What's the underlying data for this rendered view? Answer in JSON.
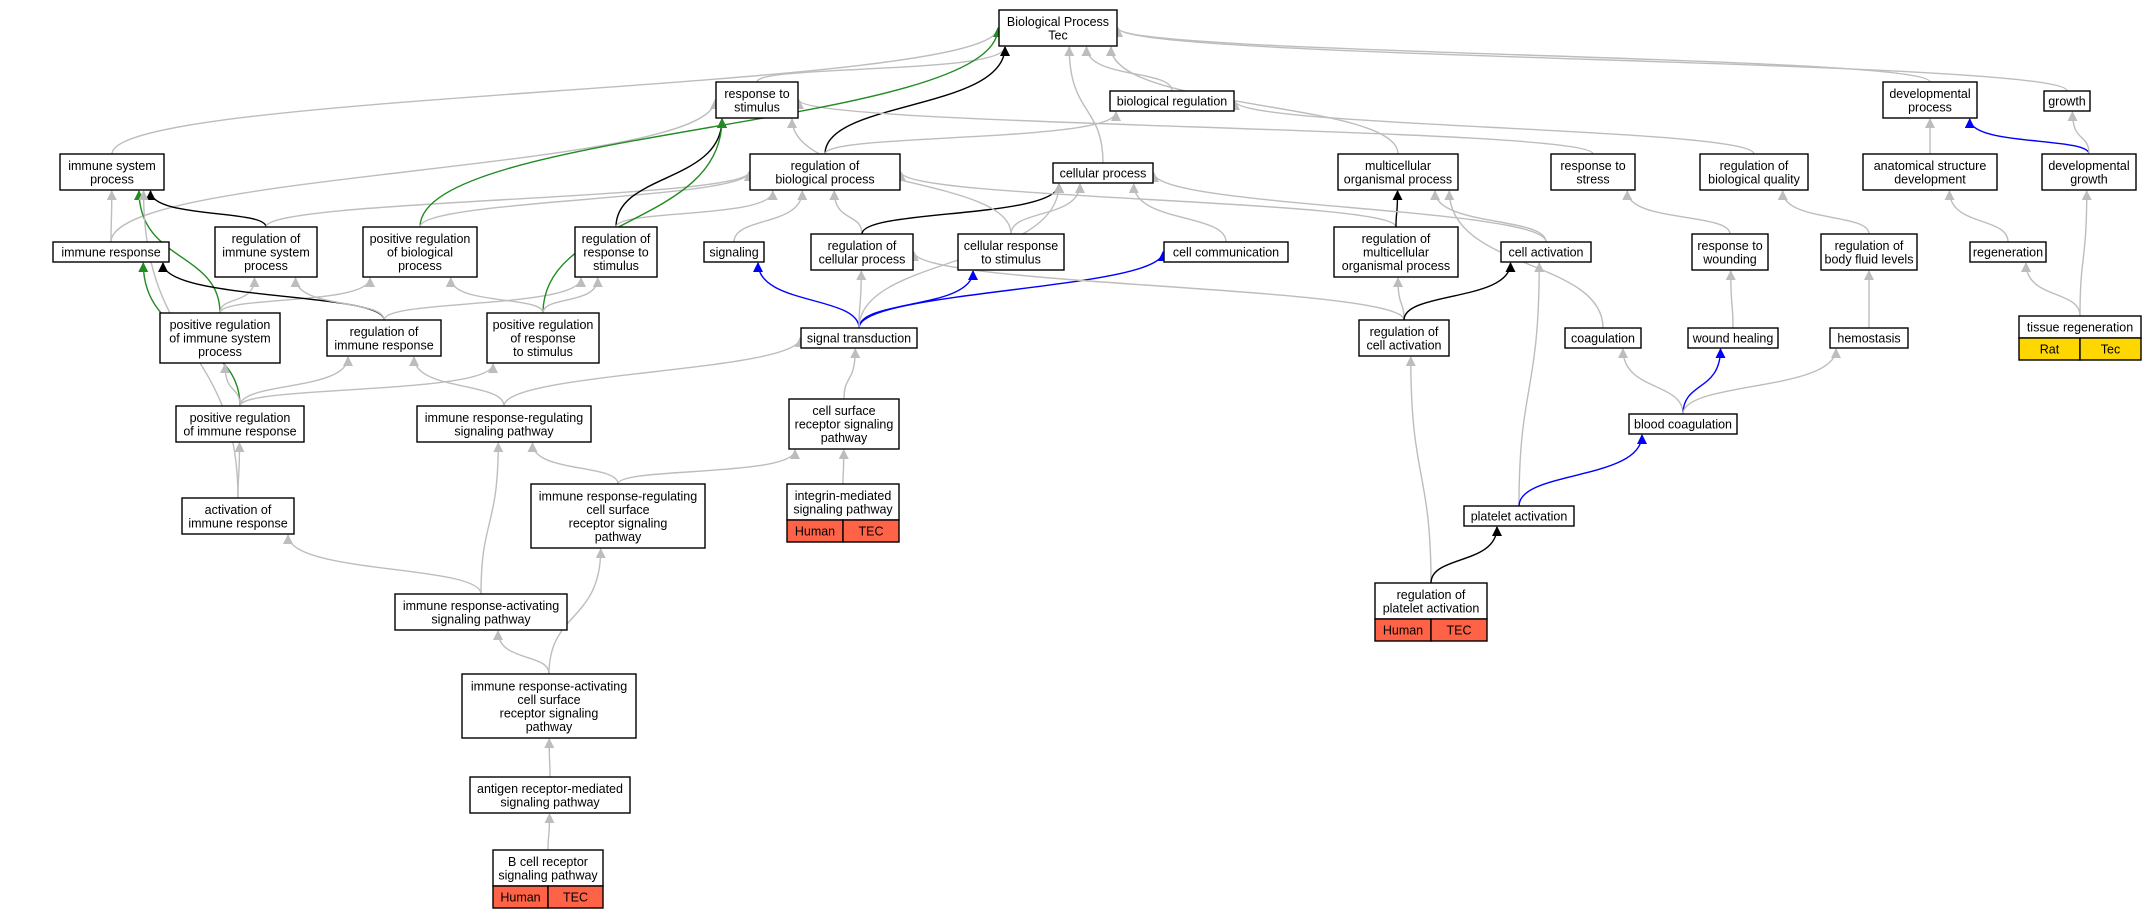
{
  "colors": {
    "default_edge": "#bdbdbd",
    "is_a": "#000000",
    "positive_regulation": "#228b22",
    "part_of": "#0000ff",
    "human_cell": "#ff6347",
    "rat_cell": "#ffd700",
    "node_border": "#000000",
    "node_fill": "#ffffff"
  },
  "nodes": [
    {
      "id": "bp",
      "lines": [
        "Biological Process",
        "Tec"
      ]
    },
    {
      "id": "resp_stim",
      "lines": [
        "response to",
        "stimulus"
      ]
    },
    {
      "id": "bio_reg",
      "lines": [
        "biological regulation"
      ]
    },
    {
      "id": "dev_proc",
      "lines": [
        "developmental",
        "process"
      ]
    },
    {
      "id": "growth",
      "lines": [
        "growth"
      ]
    },
    {
      "id": "imm_sys",
      "lines": [
        "immune system",
        "process"
      ]
    },
    {
      "id": "reg_bio",
      "lines": [
        "regulation of",
        "biological process"
      ]
    },
    {
      "id": "cell_proc",
      "lines": [
        "cellular process"
      ]
    },
    {
      "id": "multi",
      "lines": [
        "multicellular",
        "organismal process"
      ]
    },
    {
      "id": "resp_stress",
      "lines": [
        "response to",
        "stress"
      ]
    },
    {
      "id": "reg_qual",
      "lines": [
        "regulation of",
        "biological quality"
      ]
    },
    {
      "id": "anat",
      "lines": [
        "anatomical structure",
        "development"
      ]
    },
    {
      "id": "dev_growth",
      "lines": [
        "developmental",
        "growth"
      ]
    },
    {
      "id": "imm_resp",
      "lines": [
        "immune response"
      ]
    },
    {
      "id": "reg_imm_sys",
      "lines": [
        "regulation of",
        "immune system",
        "process"
      ]
    },
    {
      "id": "pos_reg_bio",
      "lines": [
        "positive regulation",
        "of biological",
        "process"
      ]
    },
    {
      "id": "reg_resp_stim",
      "lines": [
        "regulation of",
        "response to",
        "stimulus"
      ]
    },
    {
      "id": "signaling",
      "lines": [
        "signaling"
      ]
    },
    {
      "id": "reg_cell_proc",
      "lines": [
        "regulation of",
        "cellular process"
      ]
    },
    {
      "id": "cell_resp",
      "lines": [
        "cellular response",
        "to stimulus"
      ]
    },
    {
      "id": "cell_comm",
      "lines": [
        "cell communication"
      ]
    },
    {
      "id": "reg_multi",
      "lines": [
        "regulation of",
        "multicellular",
        "organismal process"
      ]
    },
    {
      "id": "cell_act",
      "lines": [
        "cell activation"
      ]
    },
    {
      "id": "resp_wound",
      "lines": [
        "response to",
        "wounding"
      ]
    },
    {
      "id": "reg_fluid",
      "lines": [
        "regulation of",
        "body fluid levels"
      ]
    },
    {
      "id": "regen",
      "lines": [
        "regeneration"
      ]
    },
    {
      "id": "pos_reg_imm_sys",
      "lines": [
        "positive regulation",
        "of immune system",
        "process"
      ]
    },
    {
      "id": "reg_imm_resp",
      "lines": [
        "regulation of",
        "immune response"
      ]
    },
    {
      "id": "pos_reg_resp_stim",
      "lines": [
        "positive regulation",
        "of response",
        "to stimulus"
      ]
    },
    {
      "id": "sig_trans",
      "lines": [
        "signal transduction"
      ]
    },
    {
      "id": "reg_cell_act",
      "lines": [
        "regulation of",
        "cell activation"
      ]
    },
    {
      "id": "coag",
      "lines": [
        "coagulation"
      ]
    },
    {
      "id": "wound_heal",
      "lines": [
        "wound healing"
      ]
    },
    {
      "id": "hemo",
      "lines": [
        "hemostasis"
      ]
    },
    {
      "id": "tissue_regen",
      "lines": [
        "tissue regeneration"
      ],
      "cells": [
        {
          "label": "Rat",
          "color": "rat"
        },
        {
          "label": "Tec",
          "color": "rat"
        }
      ]
    },
    {
      "id": "pos_reg_imm_resp",
      "lines": [
        "positive regulation",
        "of immune response"
      ]
    },
    {
      "id": "irr_sig",
      "lines": [
        "immune response-regulating",
        "signaling pathway"
      ]
    },
    {
      "id": "csr_sig",
      "lines": [
        "cell surface",
        "receptor signaling",
        "pathway"
      ]
    },
    {
      "id": "blood_coag",
      "lines": [
        "blood coagulation"
      ]
    },
    {
      "id": "integrin",
      "lines": [
        "integrin-mediated",
        "signaling pathway"
      ],
      "cells": [
        {
          "label": "Human",
          "color": "human"
        },
        {
          "label": "TEC",
          "color": "human"
        }
      ]
    },
    {
      "id": "irr_csr",
      "lines": [
        "immune response-regulating",
        "cell surface",
        "receptor signaling",
        "pathway"
      ]
    },
    {
      "id": "act_imm_resp",
      "lines": [
        "activation of",
        "immune response"
      ]
    },
    {
      "id": "plt_act",
      "lines": [
        "platelet activation"
      ]
    },
    {
      "id": "ira_sig",
      "lines": [
        "immune response-activating",
        "signaling pathway"
      ]
    },
    {
      "id": "reg_plt_act",
      "lines": [
        "regulation of",
        "platelet activation"
      ],
      "cells": [
        {
          "label": "Human",
          "color": "human"
        },
        {
          "label": "TEC",
          "color": "human"
        }
      ]
    },
    {
      "id": "ira_csr",
      "lines": [
        "immune response-activating",
        "cell surface",
        "receptor signaling",
        "pathway"
      ]
    },
    {
      "id": "antigen",
      "lines": [
        "antigen receptor-mediated",
        "signaling pathway"
      ]
    },
    {
      "id": "bcell",
      "lines": [
        "B cell receptor",
        "signaling pathway"
      ],
      "cells": [
        {
          "label": "Human",
          "color": "human"
        },
        {
          "label": "TEC",
          "color": "human"
        }
      ]
    }
  ],
  "edges": [
    {
      "from": "resp_stim",
      "to": "bp",
      "type": "default"
    },
    {
      "from": "bio_reg",
      "to": "bp",
      "type": "default"
    },
    {
      "from": "dev_proc",
      "to": "bp",
      "type": "default"
    },
    {
      "from": "growth",
      "to": "bp",
      "type": "default"
    },
    {
      "from": "imm_sys",
      "to": "bp",
      "type": "default"
    },
    {
      "from": "reg_bio",
      "to": "bp",
      "type": "is_a"
    },
    {
      "from": "reg_bio",
      "to": "bio_reg",
      "type": "default"
    },
    {
      "from": "cell_proc",
      "to": "bp",
      "type": "default"
    },
    {
      "from": "multi",
      "to": "bp",
      "type": "default"
    },
    {
      "from": "resp_stress",
      "to": "resp_stim",
      "type": "default"
    },
    {
      "from": "reg_qual",
      "to": "bio_reg",
      "type": "default"
    },
    {
      "from": "anat",
      "to": "dev_proc",
      "type": "default"
    },
    {
      "from": "dev_growth",
      "to": "dev_proc",
      "type": "part_of"
    },
    {
      "from": "dev_growth",
      "to": "growth",
      "type": "default"
    },
    {
      "from": "imm_resp",
      "to": "imm_sys",
      "type": "default"
    },
    {
      "from": "imm_resp",
      "to": "resp_stim",
      "type": "default"
    },
    {
      "from": "reg_imm_sys",
      "to": "imm_sys",
      "type": "is_a"
    },
    {
      "from": "reg_imm_sys",
      "to": "reg_bio",
      "type": "default"
    },
    {
      "from": "pos_reg_bio",
      "to": "bp",
      "type": "pos"
    },
    {
      "from": "pos_reg_bio",
      "to": "reg_bio",
      "type": "default"
    },
    {
      "from": "reg_resp_stim",
      "to": "resp_stim",
      "type": "is_a"
    },
    {
      "from": "reg_resp_stim",
      "to": "reg_bio",
      "type": "default"
    },
    {
      "from": "signaling",
      "to": "reg_bio",
      "type": "default"
    },
    {
      "from": "reg_cell_proc",
      "to": "reg_bio",
      "type": "default"
    },
    {
      "from": "reg_cell_proc",
      "to": "cell_proc",
      "type": "is_a"
    },
    {
      "from": "cell_resp",
      "to": "cell_proc",
      "type": "default"
    },
    {
      "from": "cell_resp",
      "to": "resp_stim",
      "type": "default"
    },
    {
      "from": "cell_comm",
      "to": "cell_proc",
      "type": "default"
    },
    {
      "from": "reg_multi",
      "to": "reg_bio",
      "type": "default"
    },
    {
      "from": "reg_multi",
      "to": "multi",
      "type": "is_a"
    },
    {
      "from": "cell_act",
      "to": "cell_proc",
      "type": "default"
    },
    {
      "from": "cell_act",
      "to": "multi",
      "type": "default"
    },
    {
      "from": "resp_wound",
      "to": "resp_stress",
      "type": "default"
    },
    {
      "from": "reg_fluid",
      "to": "reg_qual",
      "type": "default"
    },
    {
      "from": "regen",
      "to": "anat",
      "type": "default"
    },
    {
      "from": "pos_reg_imm_sys",
      "to": "imm_sys",
      "type": "pos"
    },
    {
      "from": "pos_reg_imm_sys",
      "to": "reg_imm_sys",
      "type": "default"
    },
    {
      "from": "pos_reg_imm_sys",
      "to": "pos_reg_bio",
      "type": "default"
    },
    {
      "from": "reg_imm_resp",
      "to": "imm_resp",
      "type": "is_a"
    },
    {
      "from": "reg_imm_resp",
      "to": "reg_imm_sys",
      "type": "default"
    },
    {
      "from": "reg_imm_resp",
      "to": "reg_resp_stim",
      "type": "default"
    },
    {
      "from": "pos_reg_resp_stim",
      "to": "resp_stim",
      "type": "pos"
    },
    {
      "from": "pos_reg_resp_stim",
      "to": "pos_reg_bio",
      "type": "default"
    },
    {
      "from": "pos_reg_resp_stim",
      "to": "reg_resp_stim",
      "type": "default"
    },
    {
      "from": "sig_trans",
      "to": "signaling",
      "type": "part_of"
    },
    {
      "from": "sig_trans",
      "to": "reg_cell_proc",
      "type": "default"
    },
    {
      "from": "sig_trans",
      "to": "cell_resp",
      "type": "part_of"
    },
    {
      "from": "sig_trans",
      "to": "cell_comm",
      "type": "part_of"
    },
    {
      "from": "sig_trans",
      "to": "cell_proc",
      "type": "default"
    },
    {
      "from": "reg_cell_act",
      "to": "reg_cell_proc",
      "type": "default"
    },
    {
      "from": "reg_cell_act",
      "to": "reg_multi",
      "type": "default"
    },
    {
      "from": "reg_cell_act",
      "to": "cell_act",
      "type": "is_a"
    },
    {
      "from": "coag",
      "to": "multi",
      "type": "default"
    },
    {
      "from": "wound_heal",
      "to": "resp_wound",
      "type": "default"
    },
    {
      "from": "hemo",
      "to": "reg_fluid",
      "type": "default"
    },
    {
      "from": "tissue_regen",
      "to": "regen",
      "type": "default"
    },
    {
      "from": "tissue_regen",
      "to": "dev_growth",
      "type": "default"
    },
    {
      "from": "pos_reg_imm_resp",
      "to": "imm_resp",
      "type": "pos"
    },
    {
      "from": "pos_reg_imm_resp",
      "to": "pos_reg_imm_sys",
      "type": "default"
    },
    {
      "from": "pos_reg_imm_resp",
      "to": "reg_imm_resp",
      "type": "default"
    },
    {
      "from": "pos_reg_imm_resp",
      "to": "pos_reg_resp_stim",
      "type": "default"
    },
    {
      "from": "irr_sig",
      "to": "reg_imm_resp",
      "type": "default"
    },
    {
      "from": "irr_sig",
      "to": "sig_trans",
      "type": "default"
    },
    {
      "from": "csr_sig",
      "to": "sig_trans",
      "type": "default"
    },
    {
      "from": "blood_coag",
      "to": "coag",
      "type": "default"
    },
    {
      "from": "blood_coag",
      "to": "wound_heal",
      "type": "part_of"
    },
    {
      "from": "blood_coag",
      "to": "hemo",
      "type": "default"
    },
    {
      "from": "integrin",
      "to": "csr_sig",
      "type": "default"
    },
    {
      "from": "irr_csr",
      "to": "irr_sig",
      "type": "default"
    },
    {
      "from": "irr_csr",
      "to": "csr_sig",
      "type": "default"
    },
    {
      "from": "act_imm_resp",
      "to": "imm_sys",
      "type": "default"
    },
    {
      "from": "act_imm_resp",
      "to": "pos_reg_imm_resp",
      "type": "default"
    },
    {
      "from": "plt_act",
      "to": "cell_act",
      "type": "default"
    },
    {
      "from": "plt_act",
      "to": "blood_coag",
      "type": "part_of"
    },
    {
      "from": "ira_sig",
      "to": "act_imm_resp",
      "type": "default"
    },
    {
      "from": "ira_sig",
      "to": "irr_sig",
      "type": "default"
    },
    {
      "from": "reg_plt_act",
      "to": "reg_cell_act",
      "type": "default"
    },
    {
      "from": "reg_plt_act",
      "to": "plt_act",
      "type": "is_a"
    },
    {
      "from": "ira_csr",
      "to": "ira_sig",
      "type": "default"
    },
    {
      "from": "ira_csr",
      "to": "irr_csr",
      "type": "default"
    },
    {
      "from": "antigen",
      "to": "ira_csr",
      "type": "default"
    },
    {
      "from": "bcell",
      "to": "antigen",
      "type": "default"
    }
  ]
}
